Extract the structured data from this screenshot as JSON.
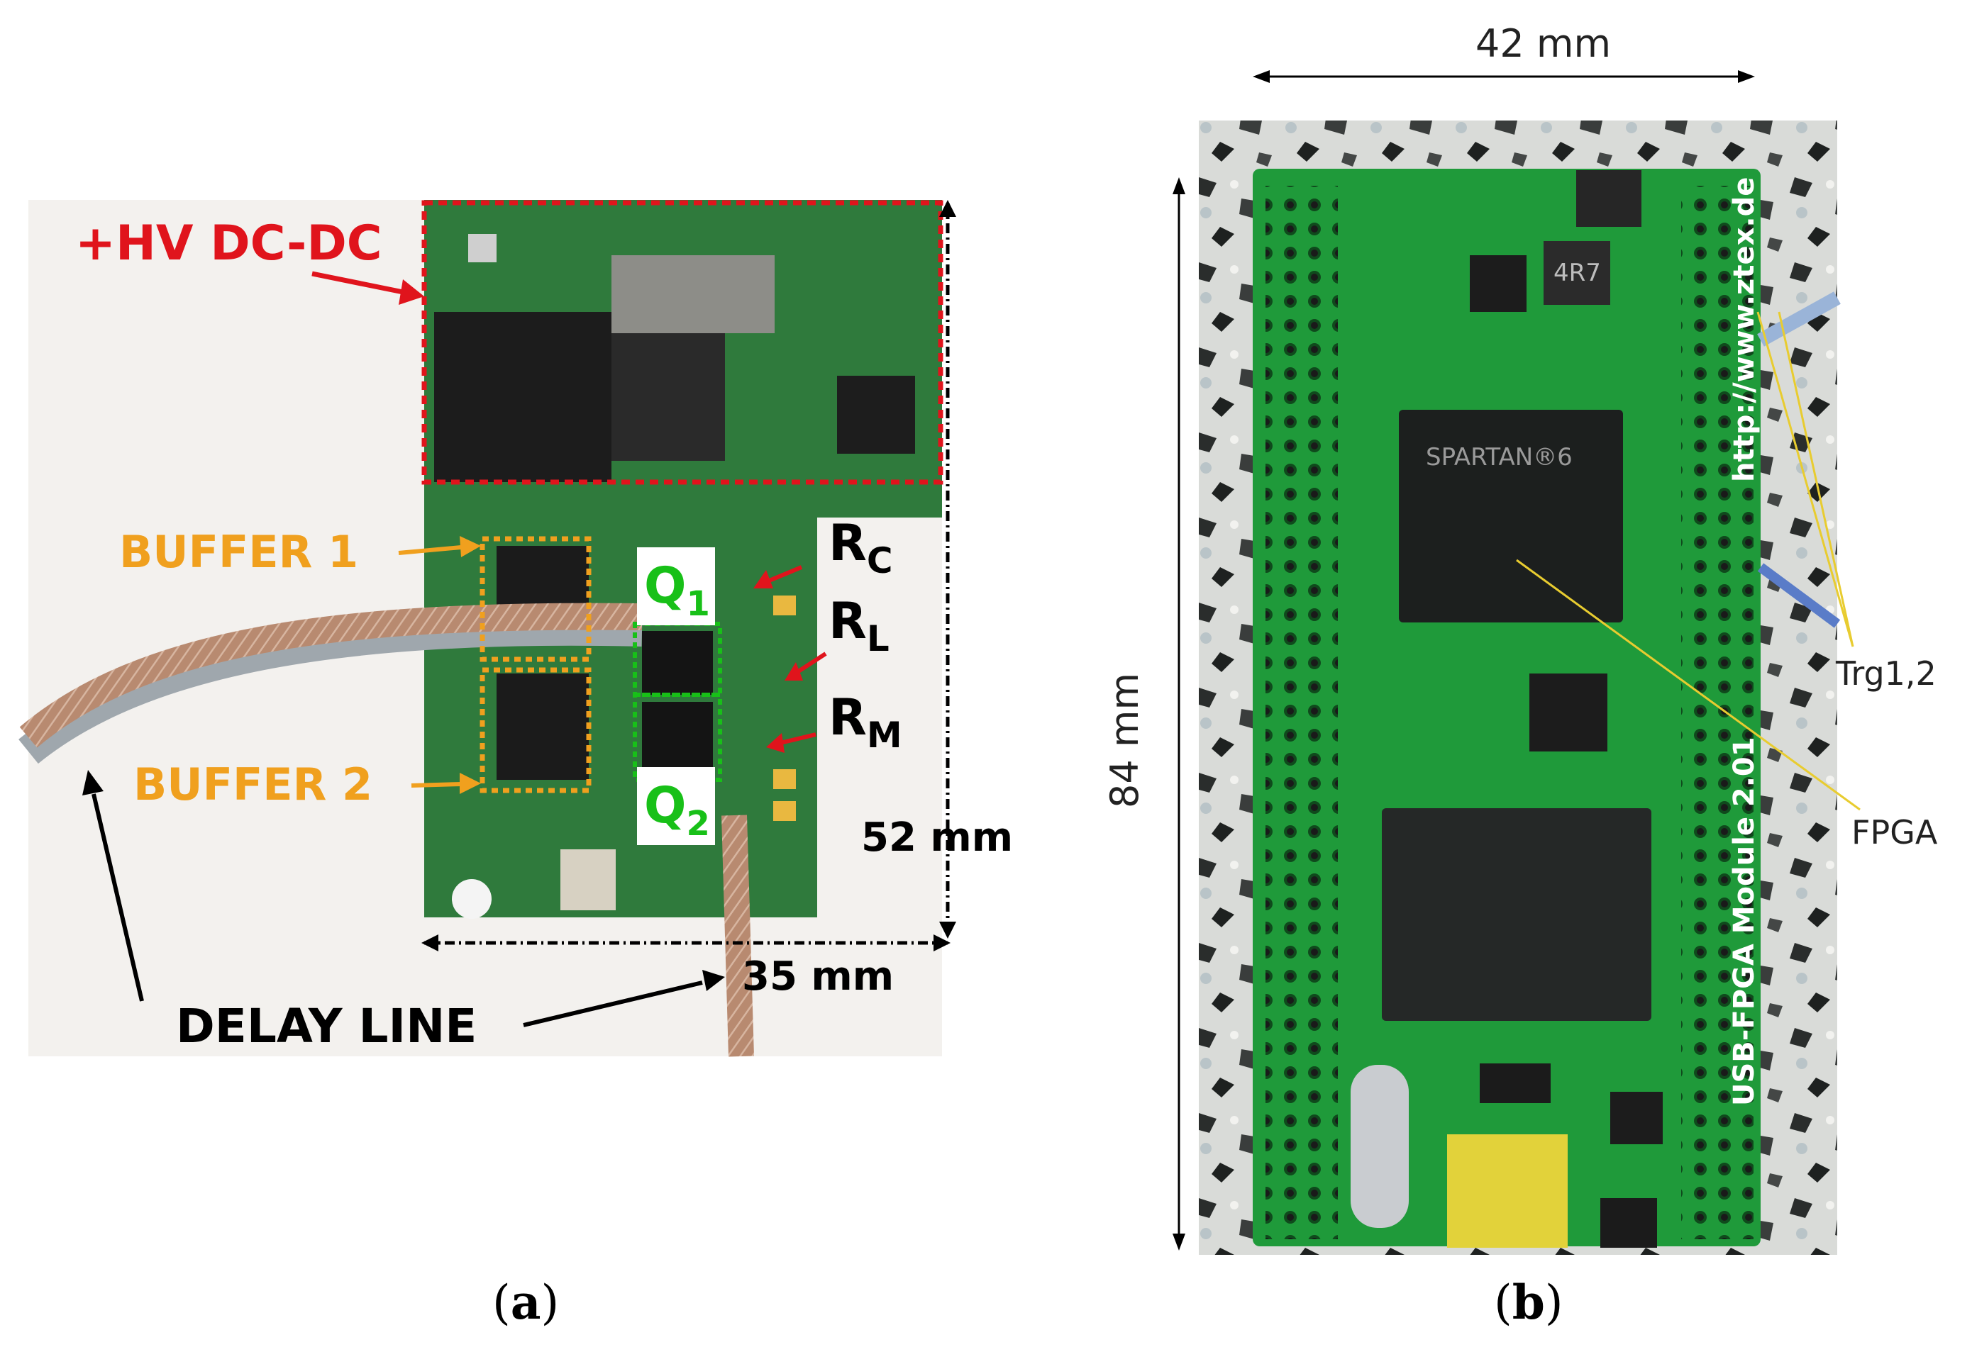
{
  "panel_a": {
    "labels": {
      "hv": "+HV DC-DC",
      "buffer1": "BUFFER 1",
      "buffer2": "BUFFER 2",
      "q1_main": "Q",
      "q1_sub": "1",
      "q2_main": "Q",
      "q2_sub": "2",
      "rc_main": "R",
      "rc_sub": "C",
      "rl_main": "R",
      "rl_sub": "L",
      "rm_main": "R",
      "rm_sub": "M",
      "dim_height": "52 mm",
      "dim_width": "35 mm",
      "delay": "DELAY LINE"
    },
    "colors": {
      "red": "#e0141c",
      "orange": "#f0a01e",
      "green": "#18c018",
      "black": "#000000",
      "pcb": "#2e7a3a"
    }
  },
  "panel_b": {
    "labels": {
      "dim_width": "42 mm",
      "dim_height": "84 mm",
      "trg": "Trg1,2",
      "fpga": "FPGA",
      "fpga_brand": "SPARTAN®6",
      "url": "http://www.ztex.de",
      "module": "USB-FPGA Module 2.01",
      "inductor": "4R7"
    },
    "colors": {
      "pcb": "#1f9a3a",
      "annot": "#e8cc30"
    }
  },
  "captions": {
    "a_open": "(",
    "a_letter": "a",
    "a_close": ")",
    "b_open": "(",
    "b_letter": "b",
    "b_close": ")"
  }
}
